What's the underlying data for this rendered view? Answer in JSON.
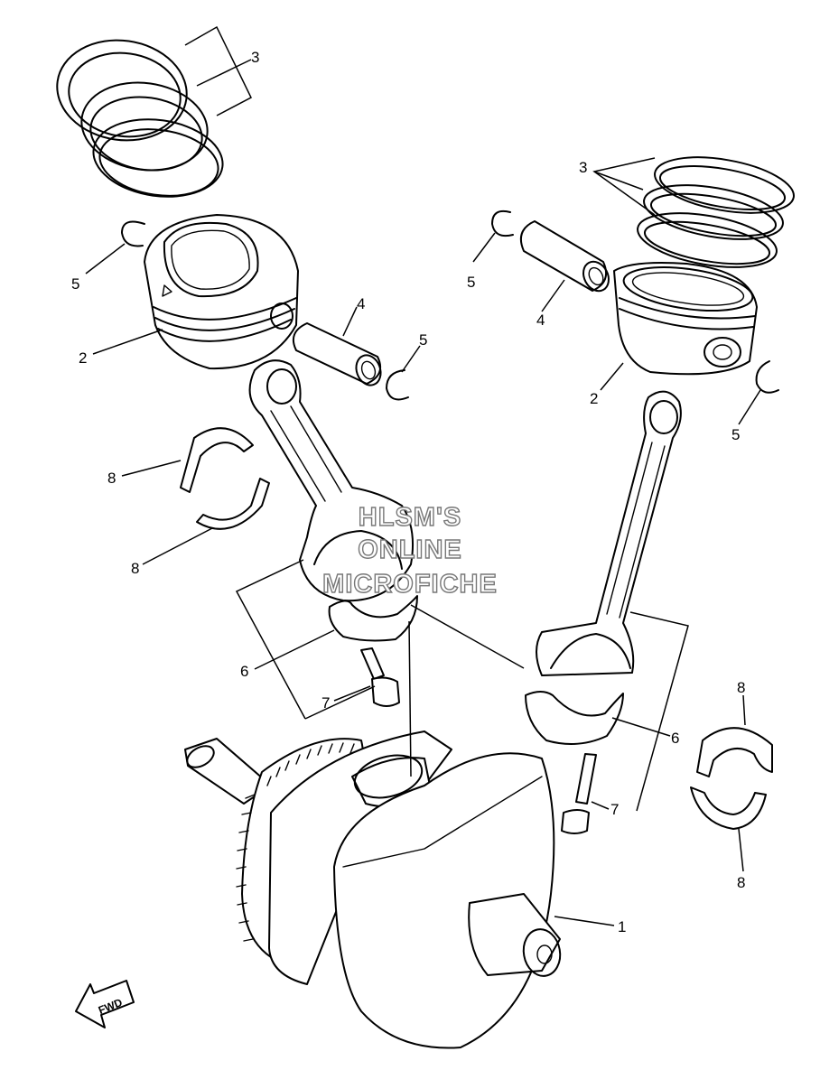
{
  "watermark": {
    "line1": "HLSM'S",
    "line2": "ONLINE",
    "line3": "MICROFICHE"
  },
  "direction_label": "FWD",
  "callouts": [
    {
      "id": "c-3-left",
      "label": "3"
    },
    {
      "id": "c-5-left-upper",
      "label": "5"
    },
    {
      "id": "c-2-left",
      "label": "2"
    },
    {
      "id": "c-4-left",
      "label": "4"
    },
    {
      "id": "c-5-left-lower",
      "label": "5"
    },
    {
      "id": "c-8-left-upper",
      "label": "8"
    },
    {
      "id": "c-8-left-lower",
      "label": "8"
    },
    {
      "id": "c-6-left",
      "label": "6"
    },
    {
      "id": "c-7-left",
      "label": "7"
    },
    {
      "id": "c-3-right",
      "label": "3"
    },
    {
      "id": "c-5-right-upper",
      "label": "5"
    },
    {
      "id": "c-4-right",
      "label": "4"
    },
    {
      "id": "c-2-right",
      "label": "2"
    },
    {
      "id": "c-5-right-lower",
      "label": "5"
    },
    {
      "id": "c-8-right-upper",
      "label": "8"
    },
    {
      "id": "c-6-right",
      "label": "6"
    },
    {
      "id": "c-7-right",
      "label": "7"
    },
    {
      "id": "c-8-right-lower",
      "label": "8"
    },
    {
      "id": "c-1",
      "label": "1"
    }
  ]
}
